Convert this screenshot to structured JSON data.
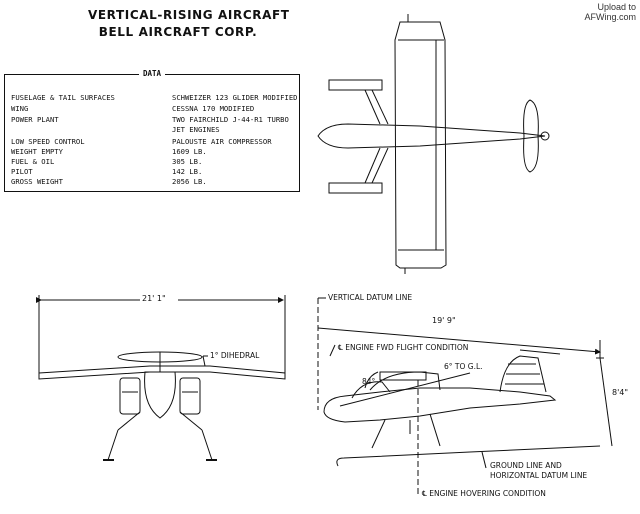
{
  "title_line1": "VERTICAL-RISING AIRCRAFT",
  "title_line2": "BELL AIRCRAFT CORP.",
  "watermark_line1": "Upload to",
  "watermark_line2": "AFWing.com",
  "data_heading": "DATA",
  "data_rows": [
    {
      "label": "FUSELAGE & TAIL SURFACES",
      "value": "SCHWEIZER 123 GLIDER MODIFIED"
    },
    {
      "label": "WING",
      "value": "CESSNA 170 MODIFIED"
    },
    {
      "label": "POWER PLANT",
      "value": "TWO FAIRCHILD J-44-R1 TURBO"
    },
    {
      "label": "",
      "value": "JET ENGINES"
    },
    {
      "label": "LOW SPEED CONTROL",
      "value": "PALOUSTE AIR COMPRESSOR"
    },
    {
      "label": "WEIGHT EMPTY",
      "value": "1609 LB."
    },
    {
      "label": "FUEL & OIL",
      "value": "305 LB."
    },
    {
      "label": "PILOT",
      "value": "142 LB."
    },
    {
      "label": "GROSS WEIGHT",
      "value": "2056 LB."
    }
  ],
  "front_view": {
    "span_label": "21' 1\"",
    "dihedral_label": "1° DIHEDRAL"
  },
  "side_view": {
    "vertical_datum": "VERTICAL DATUM LINE",
    "length_label": "19' 9\"",
    "fwd_flight": "℄ ENGINE FWD FLIGHT CONDITION",
    "angle_gl": "6° TO G.L.",
    "angle_84": "84°",
    "height_label": "8'4\"",
    "ground_line_1": "GROUND LINE AND",
    "ground_line_2": "HORIZONTAL DATUM LINE",
    "hover": "℄ ENGINE HOVERING CONDITION"
  }
}
